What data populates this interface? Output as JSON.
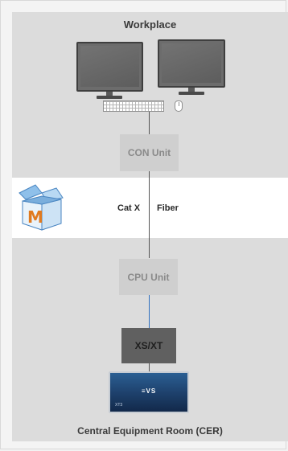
{
  "zones": {
    "workplace_title": "Workplace",
    "cer_title": "Central Equipment Room (CER)"
  },
  "units": {
    "con": "CON Unit",
    "cpu": "CPU Unit",
    "xs": "XS/XT"
  },
  "connections": {
    "catx": "Cat X",
    "fiber": "Fiber"
  },
  "logo": {
    "letter": "M",
    "icon": "matrix-box-icon"
  },
  "server": {
    "brand": "≡VS",
    "model": "XT3",
    "icon": "evs-server-icon"
  },
  "icons": {
    "monitor": "monitor-icon",
    "keyboard": "keyboard-icon",
    "mouse": "mouse-icon"
  },
  "colors": {
    "zone_gray": "#dcdcdc",
    "band_white": "#ffffff",
    "unit_light": "#cfcfcf",
    "unit_dark": "#606060",
    "link_blue": "#2f6fbf",
    "link_gray": "#555555",
    "logo_orange": "#e07a1f",
    "server_blue": "#1d3f6a"
  }
}
